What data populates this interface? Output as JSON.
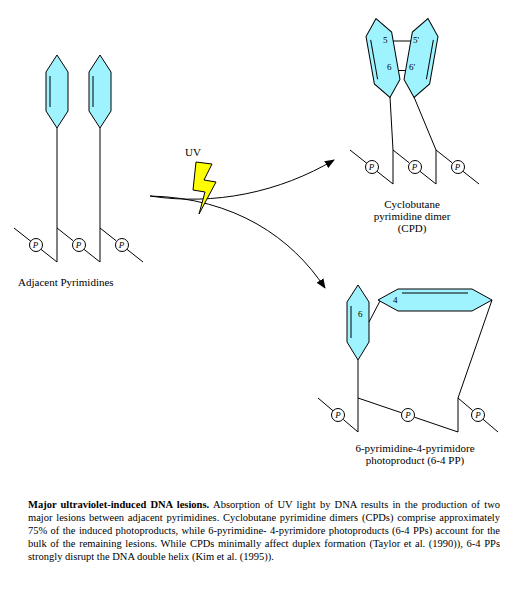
{
  "diagram": {
    "title": "Major ultraviolet-induced DNA lesions.",
    "caption": "Absorption of UV light by DNA results in the production of two major lesions between adjacent pyrimidines. Cyclobutane pyrimidine dimers (CPDs) comprise approximately 75% of the induced photoproducts, while 6-pyrimidine- 4-pyrimidore photoproducts (6-4 PPs) account for the bulk of the remaining lesions. While CPDs minimally affect duplex formation (Taylor et al. (1990)), 6-4 PPs strongly disrupt the DNA double helix (Kim et al. (1995)).",
    "nodes": [
      {
        "text": [
          "P"
        ]
      },
      {
        "text": [
          "P"
        ]
      },
      {
        "text": [
          "P"
        ]
      },
      {
        "text": [
          "P"
        ]
      },
      {
        "text": [
          "P"
        ]
      },
      {
        "text": [
          "P"
        ]
      },
      {
        "text": [
          "P"
        ]
      },
      {
        "text": [
          "P"
        ]
      },
      {
        "text": [
          "P"
        ]
      }
    ],
    "edges": [
      {
        "from": 0,
        "to": 1,
        "arrow": "none"
      },
      {
        "from": 1,
        "to": 2,
        "arrow": "none"
      },
      {
        "from": 3,
        "to": 4,
        "arrow": "none"
      },
      {
        "from": 4,
        "to": 5,
        "arrow": "none"
      },
      {
        "from": 6,
        "to": 7,
        "arrow": "none"
      },
      {
        "from": 7,
        "to": 8,
        "arrow": "none"
      }
    ],
    "labels": [
      "Adjacent Pyrimidines",
      "UV",
      "5",
      "5'",
      "6",
      "6'",
      "Cyclobutane pyrimidine dimer (CPD)",
      "6",
      "4",
      "6-pyrimidine-4-pyrimidore photoproduct (6-4 PP)"
    ]
  }
}
